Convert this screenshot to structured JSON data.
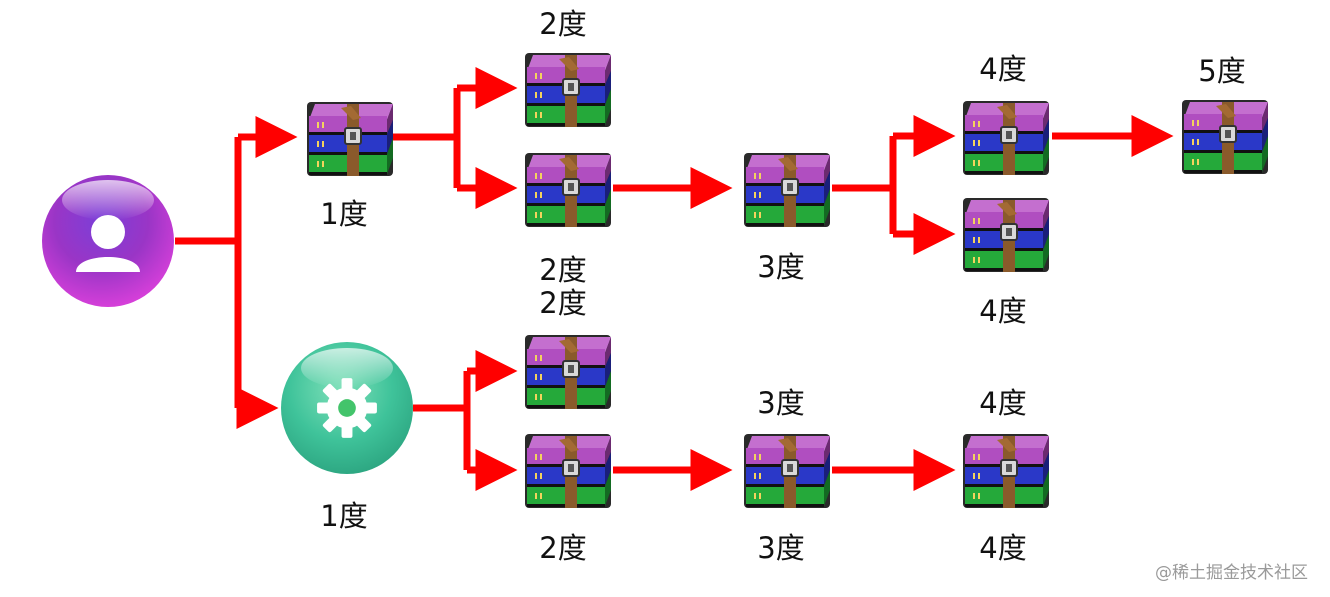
{
  "nodes": {
    "u1": {
      "label": "1度"
    },
    "u2a": {
      "label": "2度"
    },
    "u2b": {
      "label": "2度"
    },
    "u3": {
      "label": "3度"
    },
    "u4a": {
      "label": "4度"
    },
    "u4b": {
      "label": "4度"
    },
    "u5": {
      "label": "5度"
    },
    "s1": {
      "label": "1度"
    },
    "s2a": {
      "label": "2度"
    },
    "s2b": {
      "label": "2度"
    },
    "s3": {
      "label": "3度"
    },
    "s3b": {
      "label": "3度"
    },
    "s4": {
      "label": "4度"
    },
    "s4b": {
      "label": "4度"
    }
  },
  "watermark": "@稀土掘金技术社区",
  "colors": {
    "arrow": "#ff0000",
    "user_circle": "#b23bd0",
    "settings_circle": "#3fc39a"
  },
  "icons": {
    "user": "user-icon",
    "settings": "gear-icon",
    "package": "winrar-archive-icon"
  }
}
